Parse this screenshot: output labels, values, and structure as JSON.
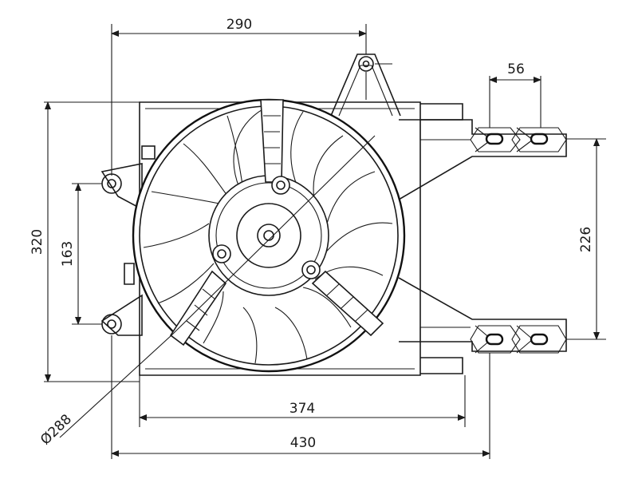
{
  "dimensions": {
    "top_width": "290",
    "bracket_spacing": "56",
    "total_height": "320",
    "mount_spacing_left": "163",
    "mount_spacing_right": "226",
    "shroud_width": "374",
    "overall_width": "430",
    "fan_diameter": "Ø288"
  }
}
